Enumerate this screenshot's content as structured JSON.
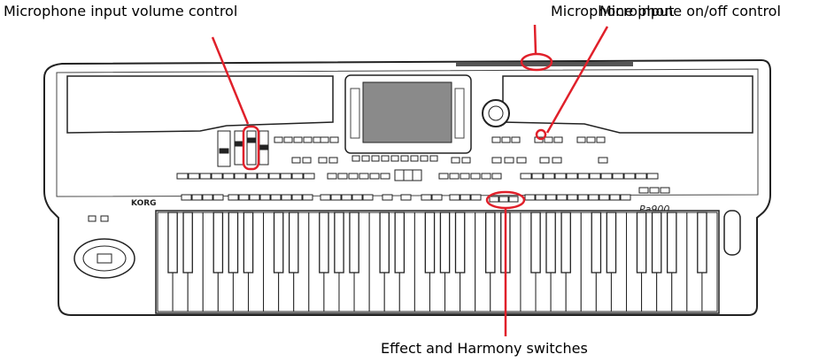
{
  "callouts": {
    "mic_volume": "Microphone input volume control",
    "mic_input": "Microphone input",
    "mic_onoff": "Microphone on/off control",
    "effect_harmony": "Effect and Harmony switches"
  },
  "instrument": {
    "brand": "KORG",
    "model": "Pa900"
  },
  "colors": {
    "callout_line": "#e0202a",
    "outline": "#222222",
    "screen": "#8a8a8a",
    "body": "#ffffff"
  }
}
